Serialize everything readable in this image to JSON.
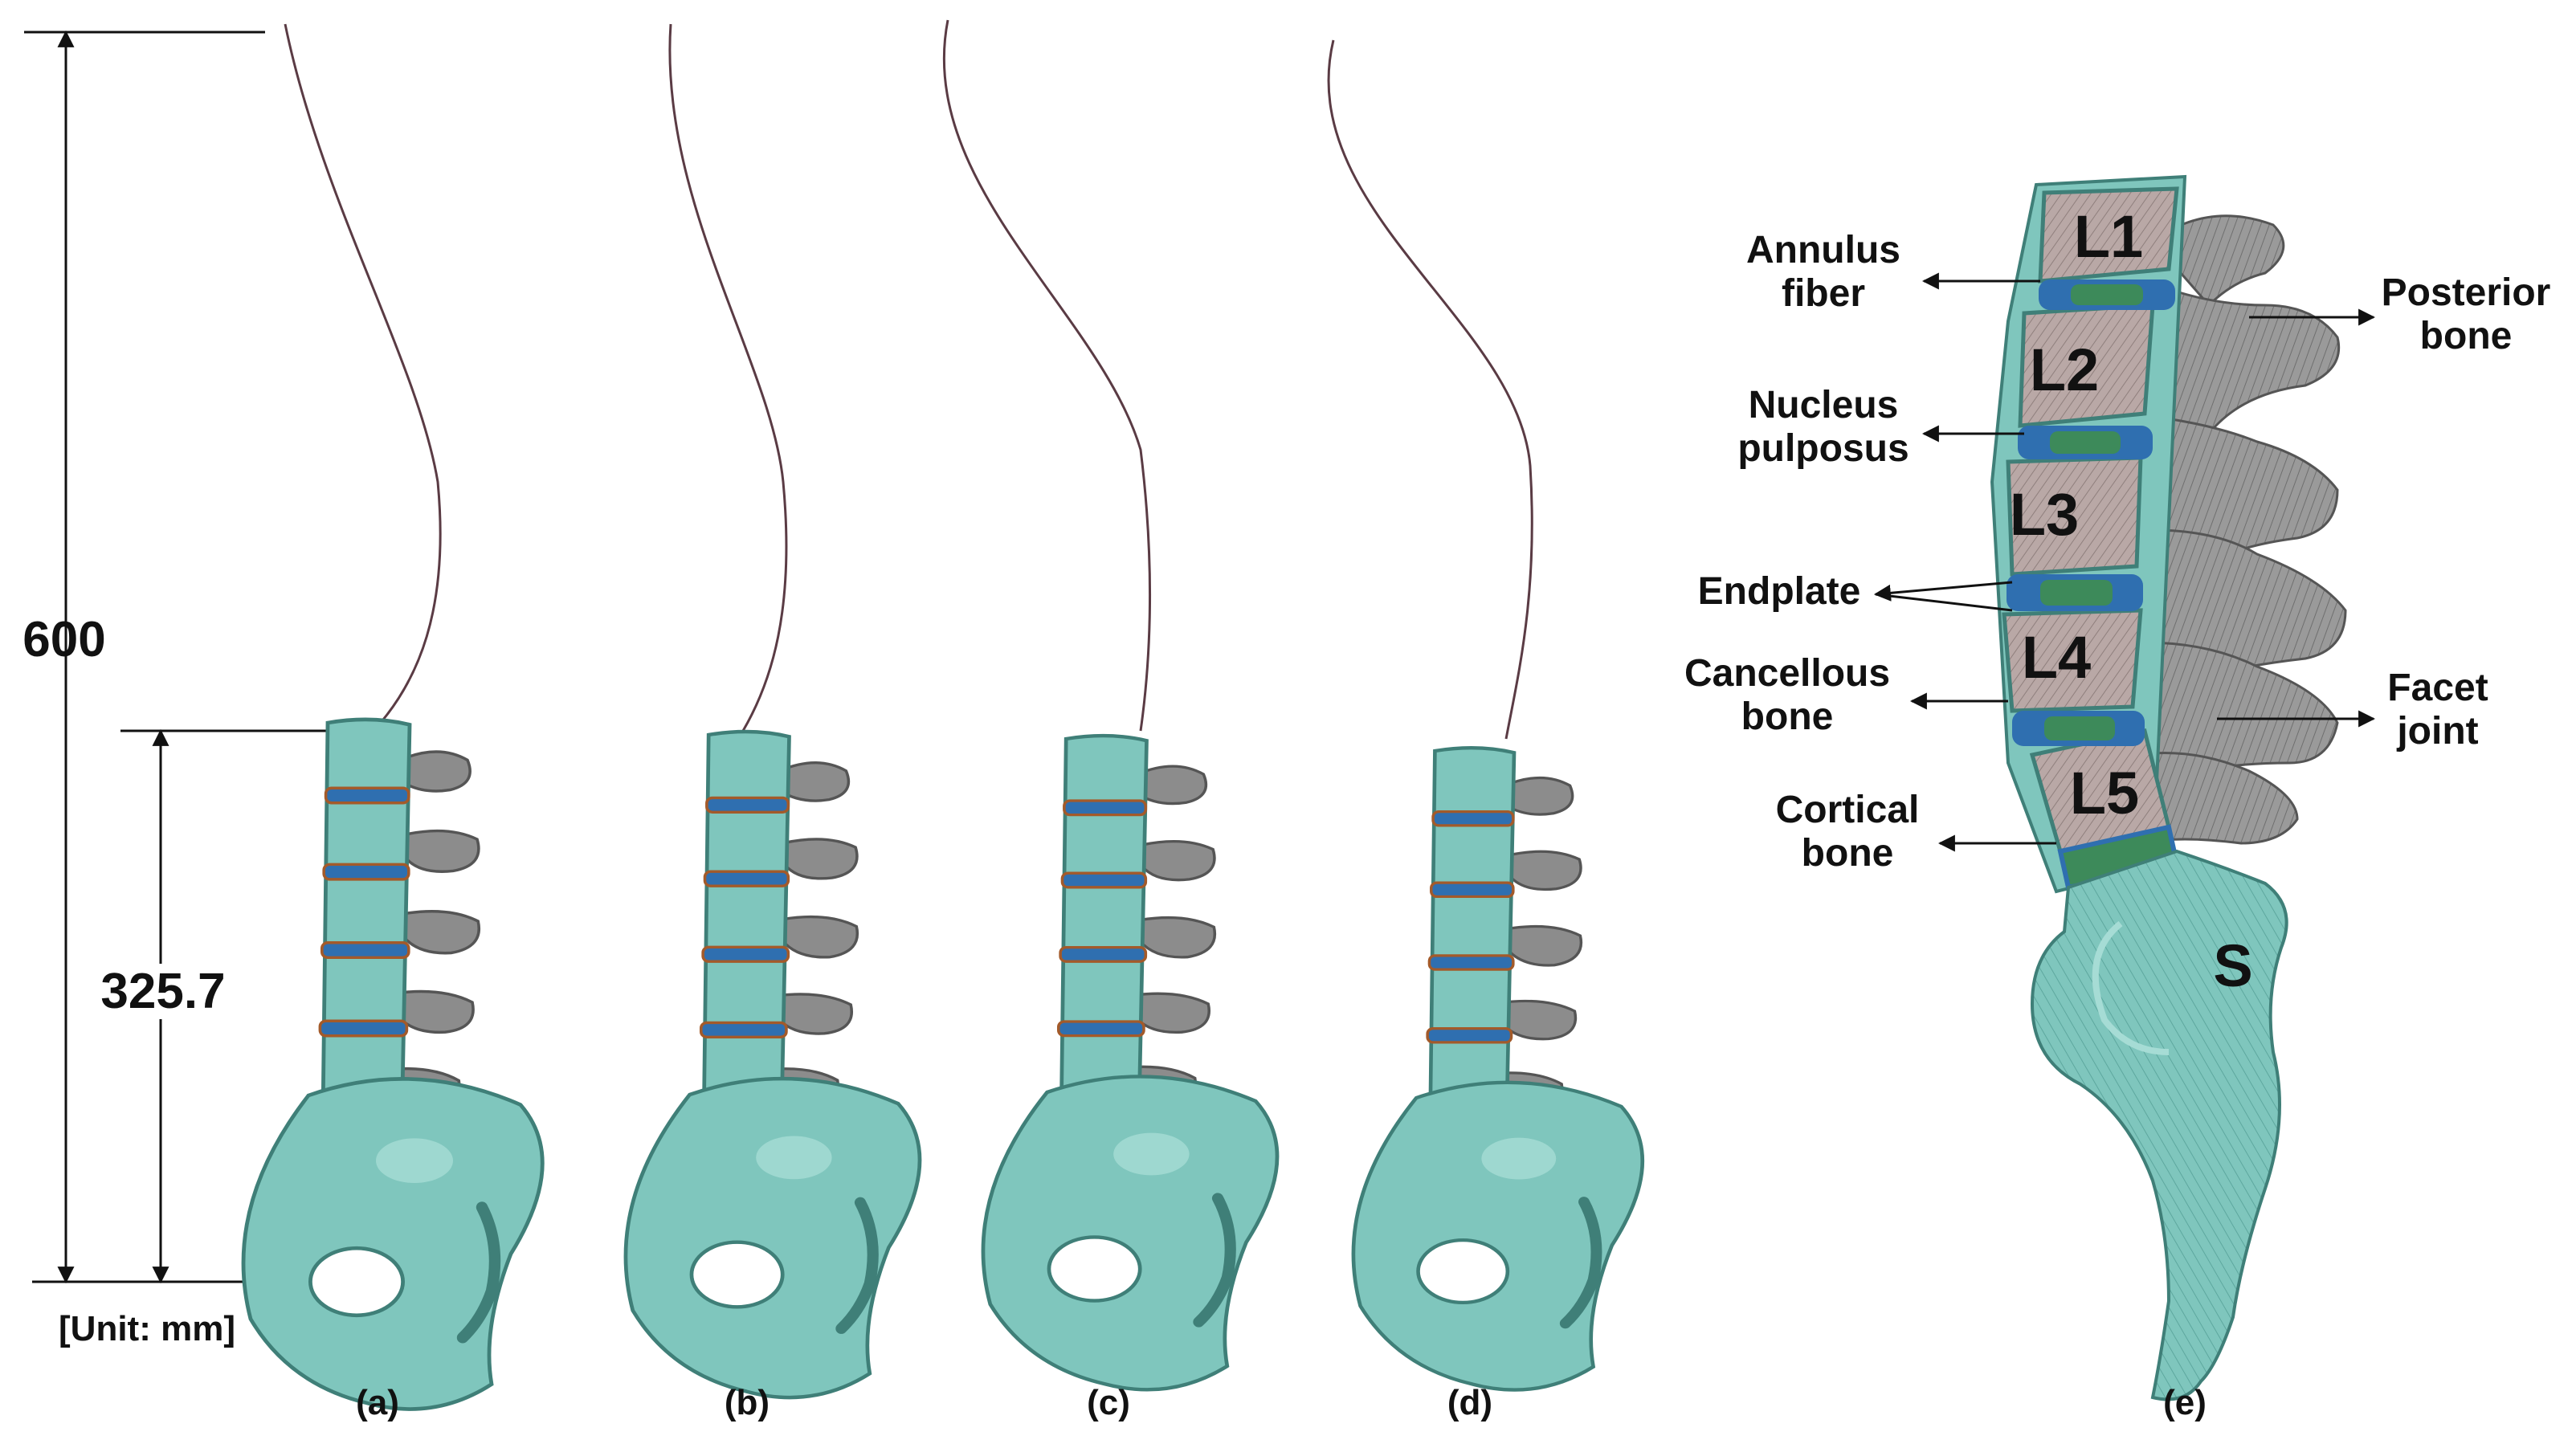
{
  "dimensions": {
    "total_height": "600",
    "lumbar_height": "325.7",
    "unit": "[Unit: mm]"
  },
  "panels": [
    {
      "label": "(a)"
    },
    {
      "label": "(b)"
    },
    {
      "label": "(c)"
    },
    {
      "label": "(d)"
    },
    {
      "label": "(e)"
    }
  ],
  "vertebrae": [
    "L1",
    "L2",
    "L3",
    "L4",
    "L5",
    "S"
  ],
  "callouts": {
    "annulus_fiber": "Annulus\nfiber",
    "nucleus_pulposus": "Nucleus\npulposus",
    "endplate": "Endplate",
    "cancellous_bone": "Cancellous\nbone",
    "cortical_bone": "Cortical\nbone",
    "posterior_bone": "Posterior\nbone",
    "facet_joint": "Facet\njoint"
  },
  "colors": {
    "bone": "#7fc6bd",
    "bone_shadow": "#3f7f78",
    "disc_blue": "#2f6fb0",
    "nucleus_green": "#3d8a5a",
    "cancellous": "#b9a8a6",
    "posterior": "#8e8e8e",
    "spine_curve": "#5a3b44"
  }
}
